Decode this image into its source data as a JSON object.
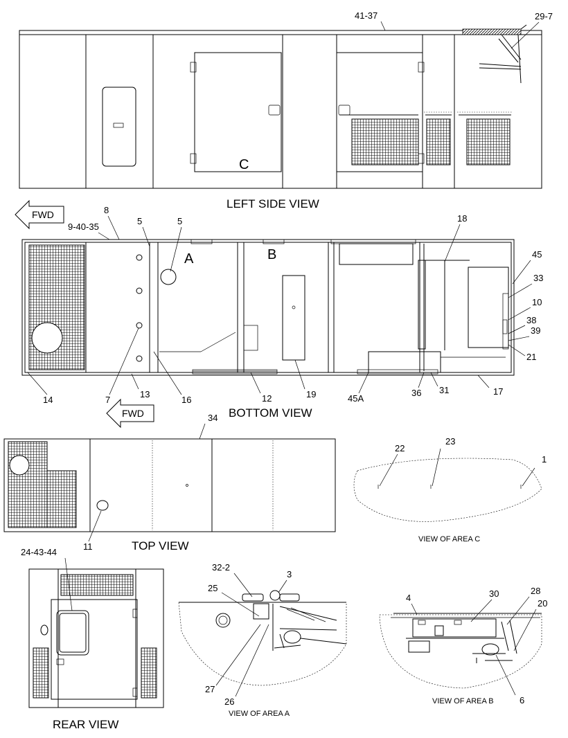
{
  "views": {
    "left_side": "LEFT SIDE VIEW",
    "bottom": "BOTTOM VIEW",
    "top": "TOP VIEW",
    "rear": "REAR VIEW",
    "area_a": "VIEW OF AREA A",
    "area_b": "VIEW OF AREA B",
    "area_c": "VIEW OF AREA C"
  },
  "fwd_label": "FWD",
  "area_letters": {
    "a": "A",
    "b": "B",
    "c": "C"
  },
  "callouts": {
    "c41_37": "41-37",
    "c29_7": "29-7",
    "c8": "8",
    "c9_40_35": "9-40-35",
    "c5a": "5",
    "c5b": "5",
    "c18": "18",
    "c45": "45",
    "c33": "33",
    "c10": "10",
    "c38": "38",
    "c39": "39",
    "c21": "21",
    "c14": "14",
    "c7": "7",
    "c13": "13",
    "c16": "16",
    "c12": "12",
    "c19": "19",
    "c45a": "45A",
    "c36": "36",
    "c31": "31",
    "c17": "17",
    "c34": "34",
    "c11": "11",
    "c22": "22",
    "c23": "23",
    "c1": "1",
    "c24_43_44": "24-43-44",
    "c32_2": "32-2",
    "c3": "3",
    "c25": "25",
    "c27": "27",
    "c26": "26",
    "c4": "4",
    "c30": "30",
    "c28": "28",
    "c20": "20",
    "c6": "6"
  }
}
